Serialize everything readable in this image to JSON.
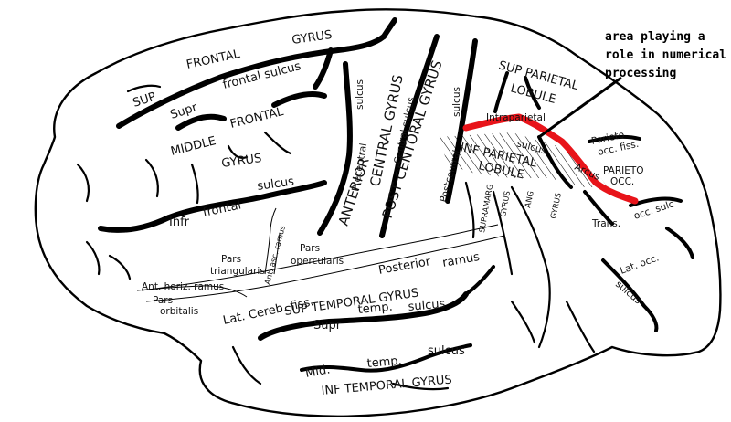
{
  "annotation": {
    "lines": [
      "area playing a",
      "role in numerical",
      "processing"
    ],
    "highlight_color": "#e8141a"
  },
  "labels": {
    "gyrus_top": "GYRUS",
    "frontal_top": "FRONTAL",
    "sup_left": "SUP",
    "supr": "Supr",
    "frontal_sulcus_top": "frontal   sulcus",
    "middle": "MIDDLE",
    "frontal_mid": "FRONTAL",
    "gyrus_mid": "GYRUS",
    "infr": "Infr",
    "frontal_low": "frontal",
    "sulcus_low": "sulcus",
    "sulcus_precentral": "sulcus",
    "precentral": "Precentral",
    "central_gyrus": "CENTRAL GYRUS",
    "central_sulcus": "Central sulcus",
    "anterior": "ANTERIOR",
    "post_central_gyrus": "POST  CENTORAL GYRUS",
    "postcentral": "Postcentral",
    "sulcus_postcentral": "sulcus",
    "sup_parietal": "SUP PARIETAL",
    "lobule_top": "LOBULE",
    "intraparietal": "Intraparietal",
    "sulcus_ip": "sulcus",
    "inf_parietal": "INF  PARIETAL",
    "lobule_low": "LOBULE",
    "arcus": "Arcus",
    "parieto_occ_fiss": "Parieto",
    "occ_fiss": "occ. fiss.",
    "parieto_occ": "PARIETO",
    "occ": "OCC.",
    "supramarginal": "SUPRAMARG",
    "gyrus_supra": "GYRUS",
    "ang": "ANG",
    "gyrus_ang": "GYRUS",
    "trans": "Trans.",
    "occ_sulc": "occ. sulc",
    "lat_occ": "Lat. occ.",
    "sulcus_latocc": "sulcus",
    "pars_tri": "Pars",
    "triangularis": "triangularis",
    "ant_asc_ramus": "Ant. asc. ramus",
    "pars_op": "Pars",
    "opercularis": "opercularis",
    "ant_horiz_ramus": "Ant. horiz. ramus",
    "pars_orb": "Pars",
    "orbitalis": "orbitalis",
    "posterior": "Posterior",
    "ramus": "ramus",
    "lat_cereb_fiss": "Lat. Cereb. fiss.",
    "sup_temporal": "SUP  TEMPORAL  GYRUS",
    "supr_temp": "Supr",
    "temp": "temp.",
    "sulcus_temp": "sulcus",
    "mid": "Mid.",
    "temp_mid": "temp.",
    "sulcus_mid": "sulcus",
    "inf_temporal": "INF  TEMPORAL GYRUS"
  }
}
